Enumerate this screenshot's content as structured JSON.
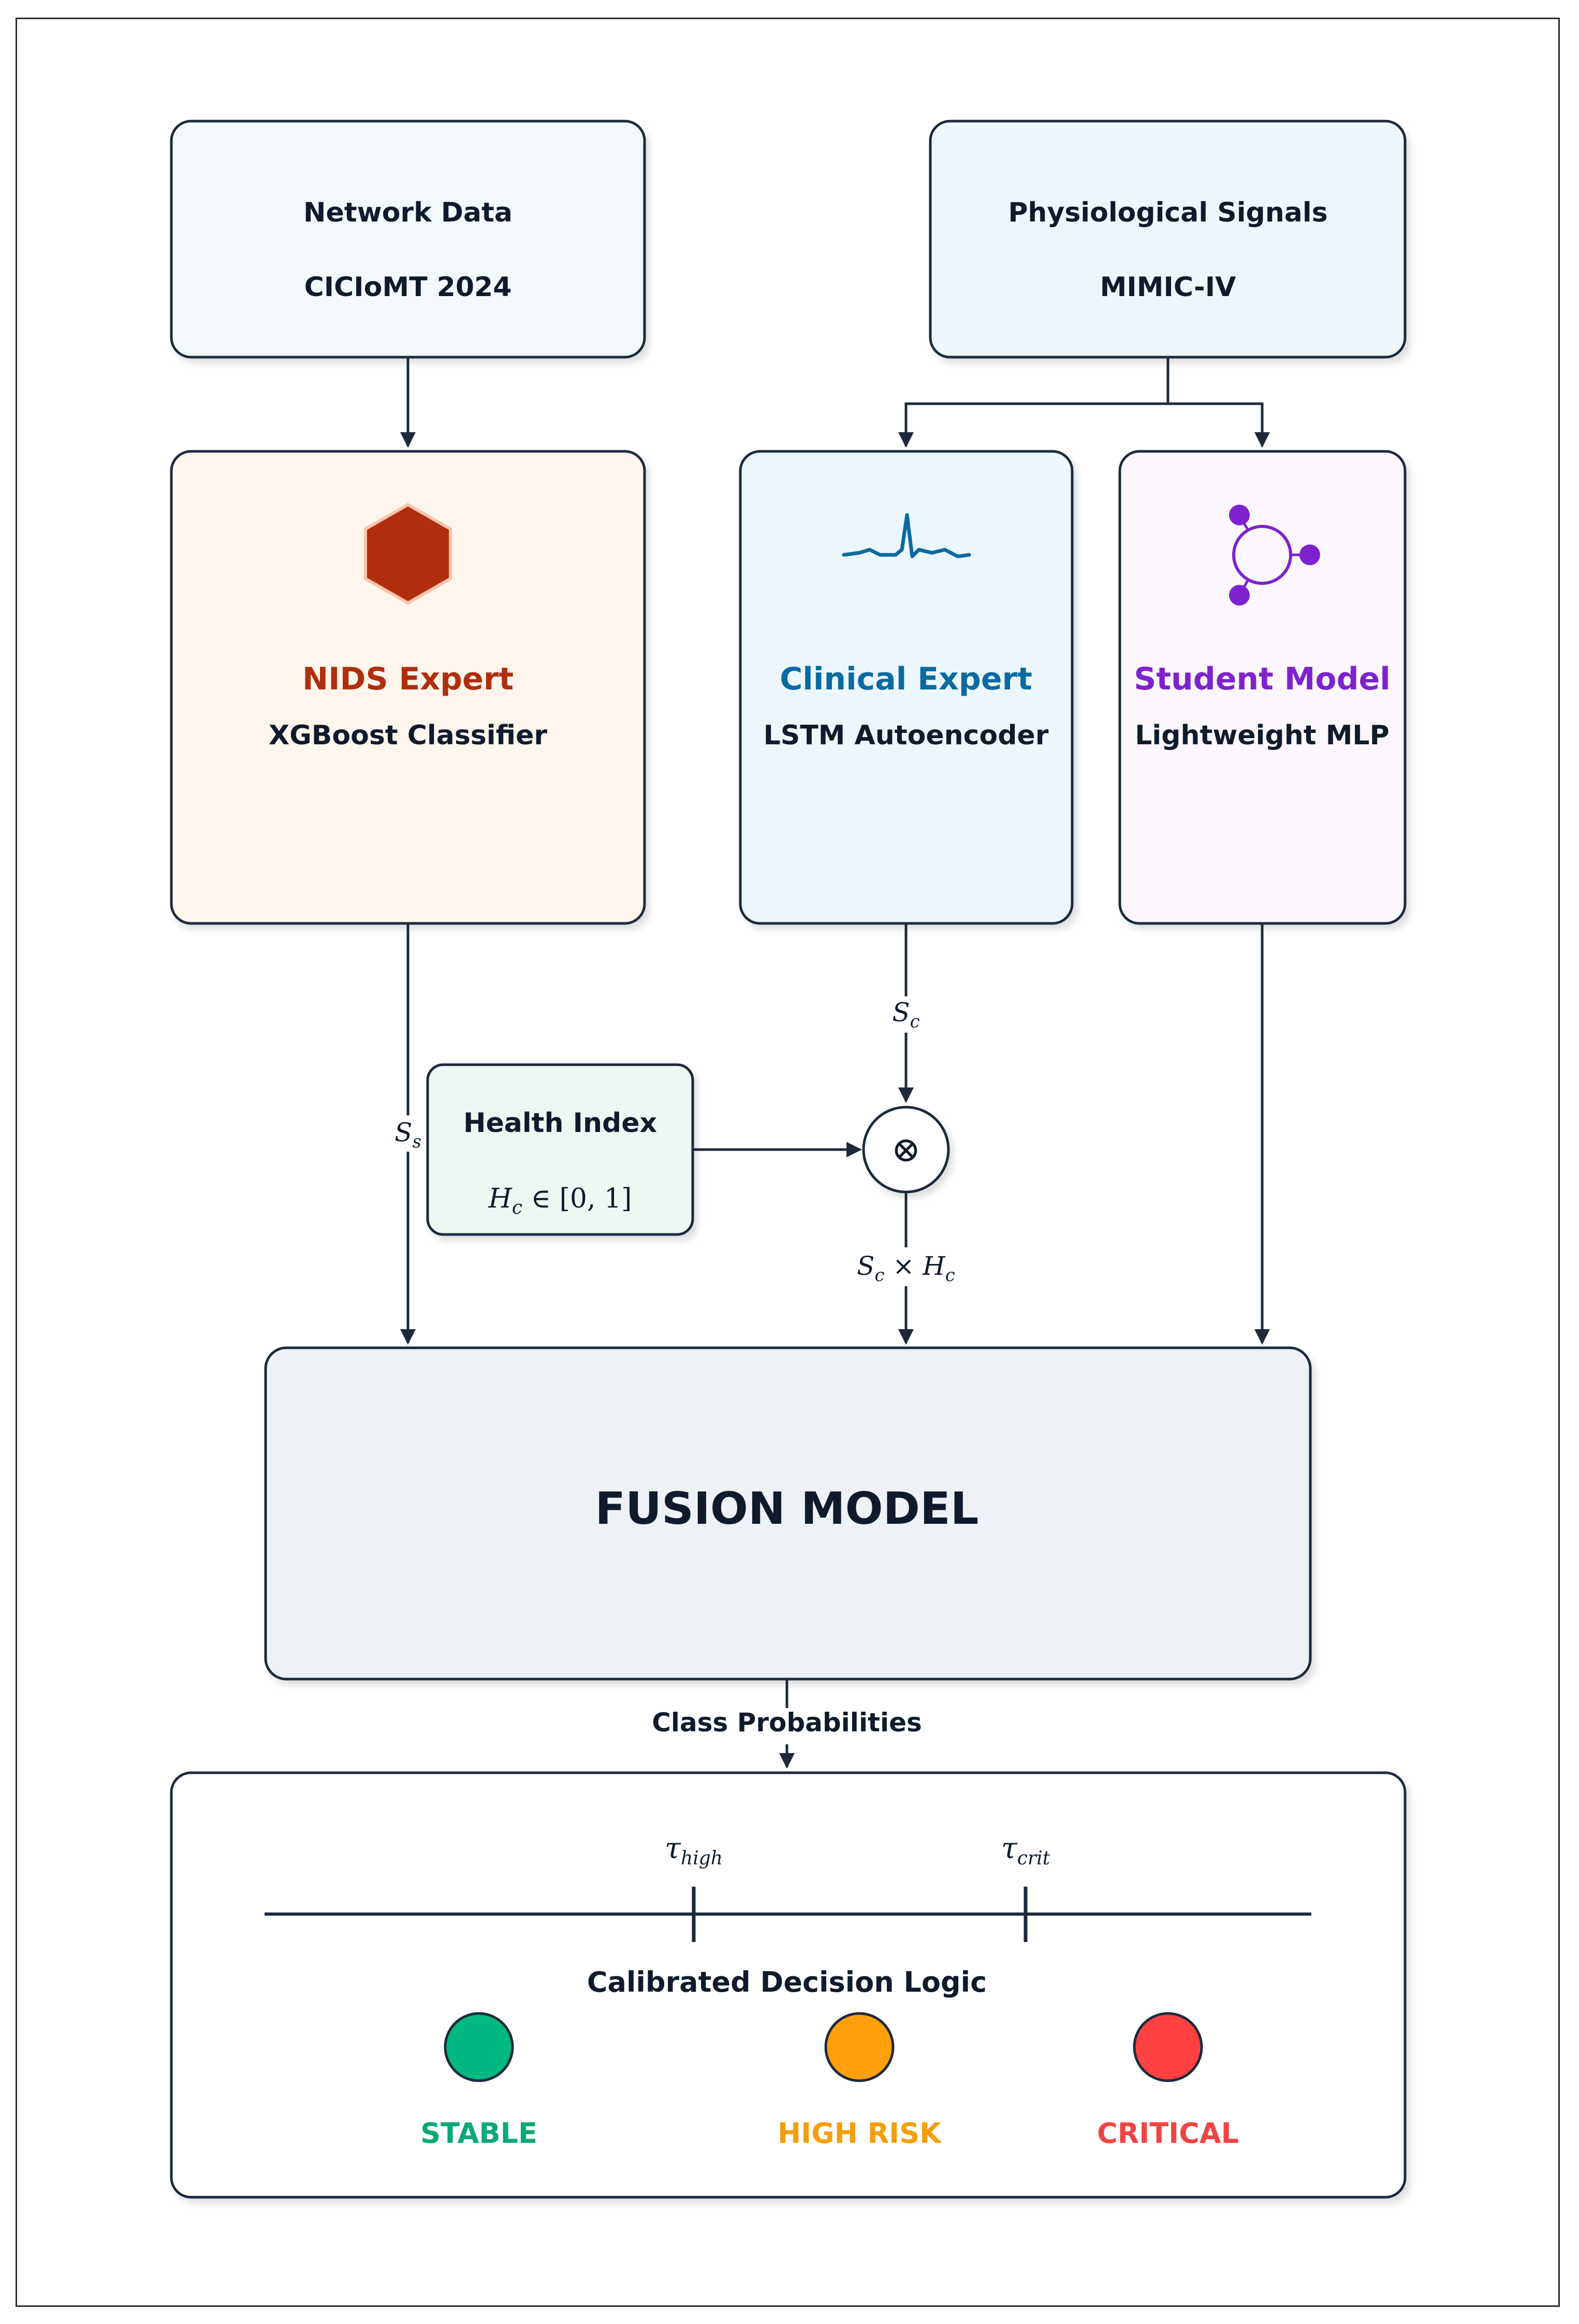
{
  "nodes": {
    "network_data": {
      "line1": "Network Data",
      "line2": "CICIoMT 2024"
    },
    "physio_signals": {
      "line1": "Physiological Signals",
      "line2": "MIMIC-IV"
    },
    "nids_expert": {
      "title": "NIDS Expert",
      "subtitle": "XGBoost Classifier",
      "icon": "hexagon-icon",
      "accent": "#b02e0c",
      "fill": "#fef5ec"
    },
    "clinical_expert": {
      "title": "Clinical Expert",
      "subtitle": "LSTM Autoencoder",
      "icon": "ecg-waveform-icon",
      "accent": "#0a6aa1",
      "fill": "#ebf7fc"
    },
    "student_model": {
      "title": "Student Model",
      "subtitle": "Lightweight MLP",
      "icon": "network-node-icon",
      "accent": "#7e22ce",
      "fill": "#fbf7fd"
    },
    "health_index": {
      "title": "Health Index",
      "formula_H": "H",
      "formula_sub": "c",
      "formula_rest": " ∈ [0, 1]"
    },
    "multiply": {
      "symbol": "⊗"
    },
    "fusion_model": {
      "title": "FUSION MODEL"
    },
    "decision": {
      "title": "Calibrated Decision Logic",
      "tau_high": {
        "symbol": "τ",
        "sub": "high"
      },
      "tau_crit": {
        "symbol": "τ",
        "sub": "crit"
      },
      "states": [
        {
          "label": "STABLE",
          "color": "#0aa878",
          "fill": "#00b982"
        },
        {
          "label": "HIGH RISK",
          "color": "#f59e0b",
          "fill": "#ff9f0a"
        },
        {
          "label": "CRITICAL",
          "color": "#ef4444",
          "fill": "#ff4141"
        }
      ]
    }
  },
  "edges": {
    "s_s": {
      "base": "S",
      "sub": "s"
    },
    "s_c": {
      "base": "S",
      "sub": "c"
    },
    "s_c_times_h_c": {
      "base1": "S",
      "sub1": "c",
      "op": " × ",
      "base2": "H",
      "sub2": "c"
    },
    "class_probabilities": "Class Probabilities"
  }
}
